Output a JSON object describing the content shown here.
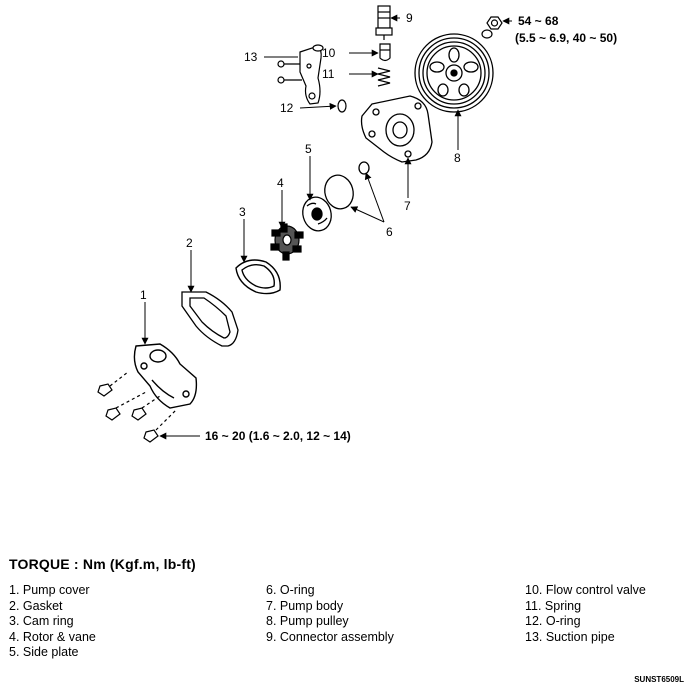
{
  "diagram": {
    "callouts": {
      "c1": "1",
      "c2": "2",
      "c3": "3",
      "c4": "4",
      "c5": "5",
      "c6": "6",
      "c7": "7",
      "c8": "8",
      "c9": "9",
      "c10": "10",
      "c11": "11",
      "c12": "12",
      "c13": "13"
    },
    "torque_pulley_nut": {
      "line1": "54 ~ 68",
      "line2": "(5.5 ~ 6.9, 40 ~ 50)"
    },
    "torque_cover_bolts": "16 ~ 20 (1.6 ~ 2.0, 12 ~ 14)"
  },
  "legend": {
    "heading": "TORQUE : Nm (Kgf.m, lb-ft)",
    "column1": [
      "1. Pump cover",
      "2. Gasket",
      "3. Cam ring",
      "4. Rotor & vane",
      "5. Side plate"
    ],
    "column2": [
      "6. O-ring",
      "7. Pump body",
      "8. Pump pulley",
      "9. Connector assembly"
    ],
    "column3": [
      "10. Flow control valve",
      "11. Spring",
      "12. O-ring",
      "13. Suction pipe"
    ]
  },
  "figure_code": "SUNST6509L"
}
